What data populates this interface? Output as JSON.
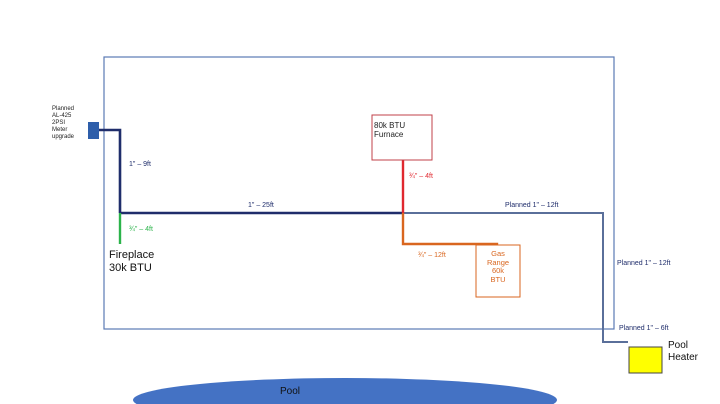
{
  "colors": {
    "house_outline": "#5b7ab3",
    "main_line": "#1f2d6b",
    "planned_line": "#5a6f9a",
    "fireplace_branch": "#2bb34a",
    "furnace_branch": "#e0282f",
    "range_branch": "#d9661f",
    "meter_fill": "#2e5eaa",
    "furnace_box_border": "#c0404a",
    "range_box_border": "#d9661f",
    "heater_fill": "#ffff00",
    "pool_fill": "#4472c4"
  },
  "meter": {
    "label": "Planned\nAL-425\n2PSI\nMeter\nupgrade"
  },
  "segments": {
    "riser": "1\" – 9ft",
    "main": "1\" – 25ft",
    "fireplace_branch": "¾\" – 4ft",
    "furnace_branch": "¾\" – 4ft",
    "range_branch": "¾\" – 12ft",
    "planned_1": "Planned 1\" – 12ft",
    "planned_2": "Planned 1\" – 12ft",
    "planned_3": "Planned 1\" – 6ft"
  },
  "appliances": {
    "fireplace": "Fireplace\n30k BTU",
    "furnace": "80k BTU\nFurnace",
    "range": "Gas\nRange\n60k\nBTU",
    "pool_heater": "Pool\nHeater"
  },
  "pool": {
    "label": "Pool"
  }
}
